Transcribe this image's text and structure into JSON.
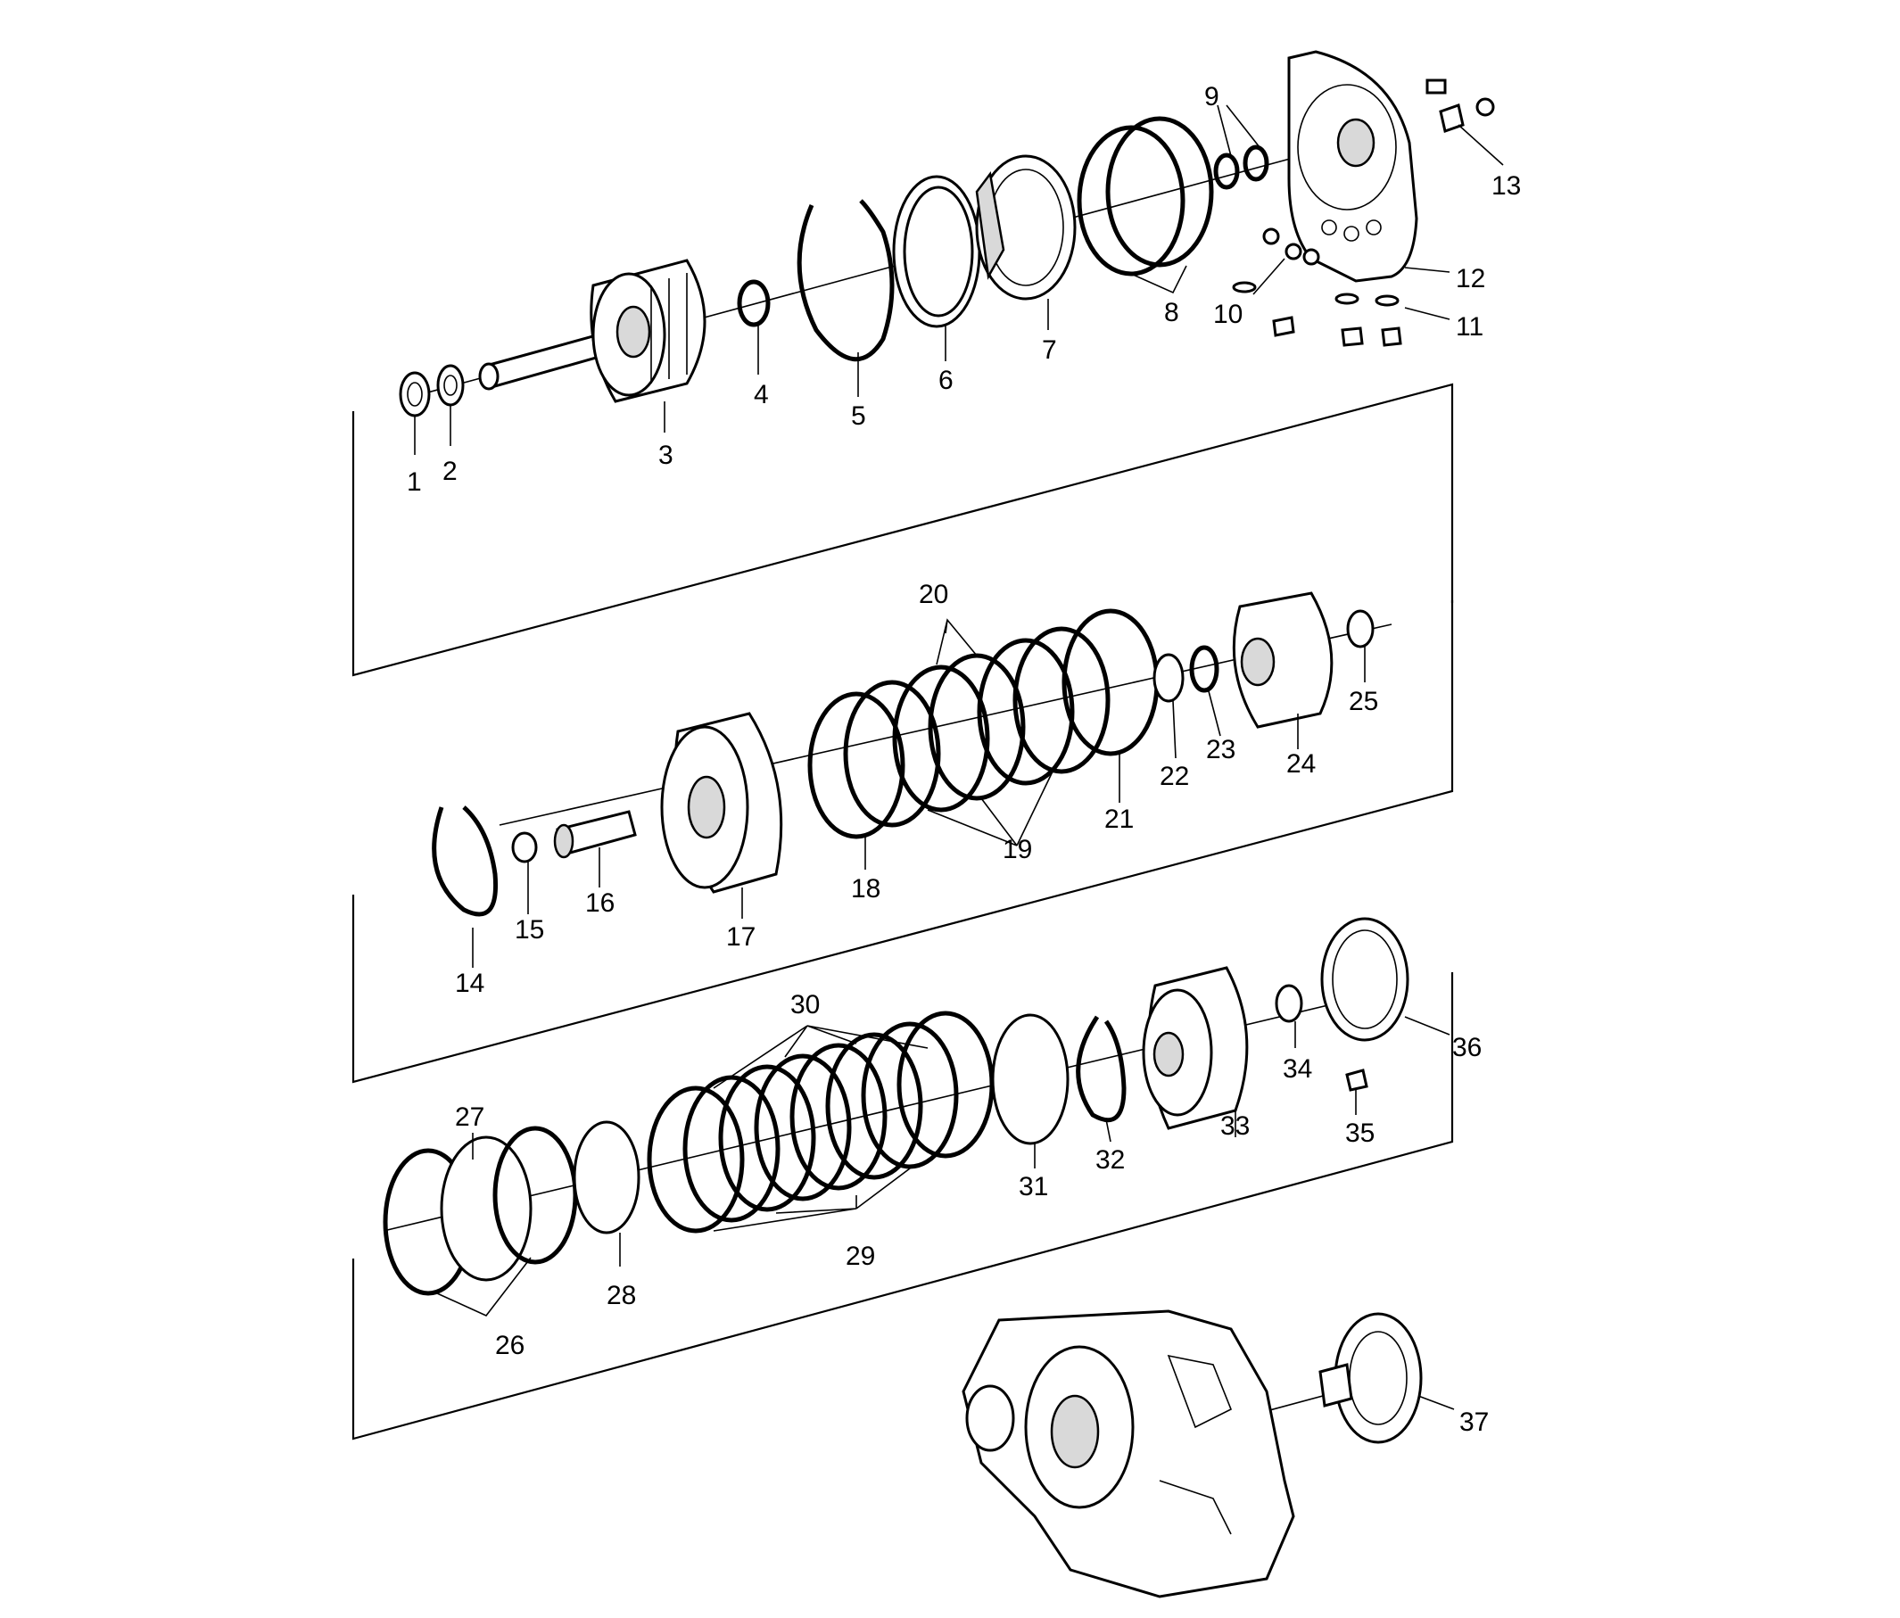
{
  "callouts": [
    "1",
    "2",
    "3",
    "4",
    "5",
    "6",
    "7",
    "8",
    "9",
    "10",
    "11",
    "12",
    "13",
    "14",
    "15",
    "16",
    "17",
    "18",
    "19",
    "20",
    "21",
    "22",
    "23",
    "24",
    "25",
    "26",
    "27",
    "28",
    "29",
    "30",
    "31",
    "32",
    "33",
    "34",
    "35",
    "36",
    "37"
  ],
  "colors": {
    "line": "#000000",
    "background": "#ffffff",
    "shade": "#d9d9d9"
  }
}
